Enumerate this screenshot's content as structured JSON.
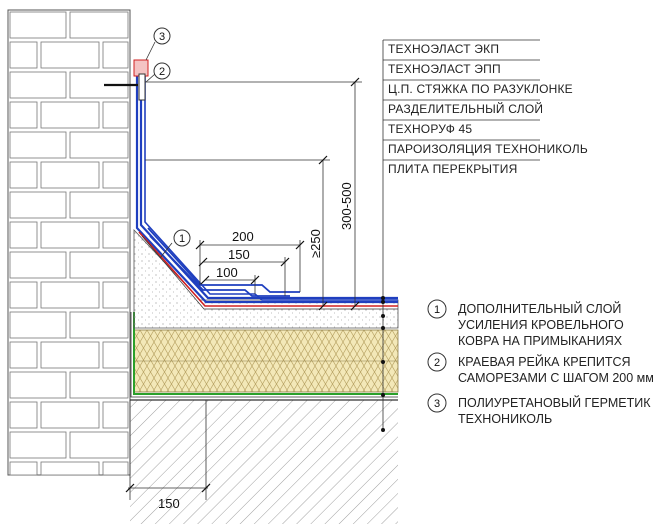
{
  "layers": [
    "ТЕХНОЭЛАСТ ЭКП",
    "ТЕХНОЭЛАСТ ЭПП",
    "Ц.П. СТЯЖКА ПО РАЗУКЛОНКЕ",
    "РАЗДЕЛИТЕЛЬНЫЙ СЛОЙ",
    "ТЕХНОРУФ 45",
    "ПАРОИЗОЛЯЦИЯ ТЕХНОНИКОЛЬ",
    "ПЛИТА ПЕРЕКРЫТИЯ"
  ],
  "notes": [
    {
      "number": "1",
      "lines": [
        "ДОПОЛНИТЕЛЬНЫЙ СЛОЙ",
        "УСИЛЕНИЯ КРОВЕЛЬНОГО",
        "КОВРА НА ПРИМЫКАНИЯХ"
      ]
    },
    {
      "number": "2",
      "lines": [
        "КРАЕВАЯ РЕЙКА КРЕПИТСЯ",
        "САМОРЕЗАМИ С ШАГОМ 200 мм"
      ]
    },
    {
      "number": "3",
      "lines": [
        "ПОЛИУРЕТАНОВЫЙ ГЕРМЕТИК",
        "ТЕХНОНИКОЛЬ"
      ]
    }
  ],
  "dimensions": {
    "d200": "200",
    "d150": "150",
    "d100": "100",
    "d250": "≥250",
    "d300_500": "300-500",
    "d150_bottom": "150"
  },
  "callouts": {
    "c1": "1",
    "c2": "2",
    "c3": "3"
  },
  "colors": {
    "membrane_top": "#1f3fbf",
    "membrane_red": "#d02020",
    "vapor_barrier": "#2aa02a",
    "insulation": "#f3e8b8",
    "screed": "#efefef",
    "lines": "#333333"
  }
}
